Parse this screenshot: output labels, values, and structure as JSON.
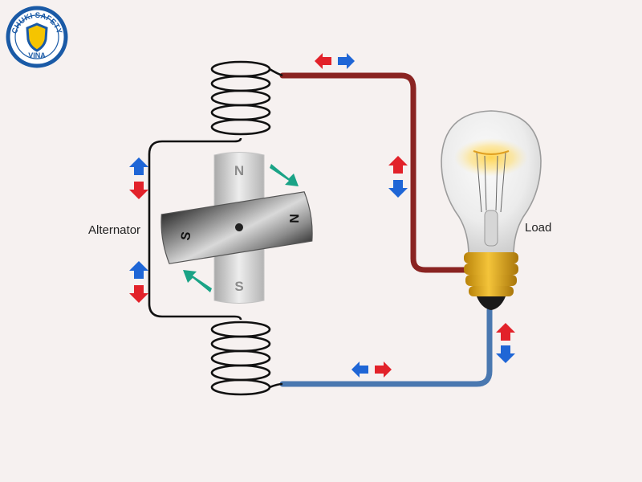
{
  "logo": {
    "arc_top": "CHUKI SAFETY",
    "bottom": "VINA",
    "color": "#1a5aa6",
    "shield_color": "#f5c400"
  },
  "labels": {
    "alternator": "Alternator",
    "load": "Load"
  },
  "magnet": {
    "stator_north": "N",
    "stator_south": "S",
    "rotor_north": "N",
    "rotor_south": "S"
  },
  "colors": {
    "wire_red": "#8a2422",
    "wire_blue": "#4a78b0",
    "wire_black": "#111111",
    "arrow_red": "#e2222a",
    "arrow_blue": "#1f66d6",
    "rotation_arrow": "#1aa386",
    "bulb_base": "#e2a818"
  }
}
